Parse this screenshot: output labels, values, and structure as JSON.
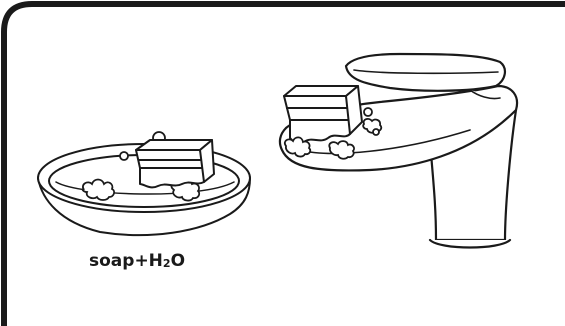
{
  "caption": {
    "prefix": "soap+H",
    "subscript": "2",
    "suffix": "O"
  },
  "colors": {
    "line": "#1a1a1a",
    "background": "#ffffff"
  },
  "illustrations": [
    "soapy-water-dish",
    "sponge-in-dish",
    "bathroom-faucet",
    "sponge-on-faucet"
  ]
}
